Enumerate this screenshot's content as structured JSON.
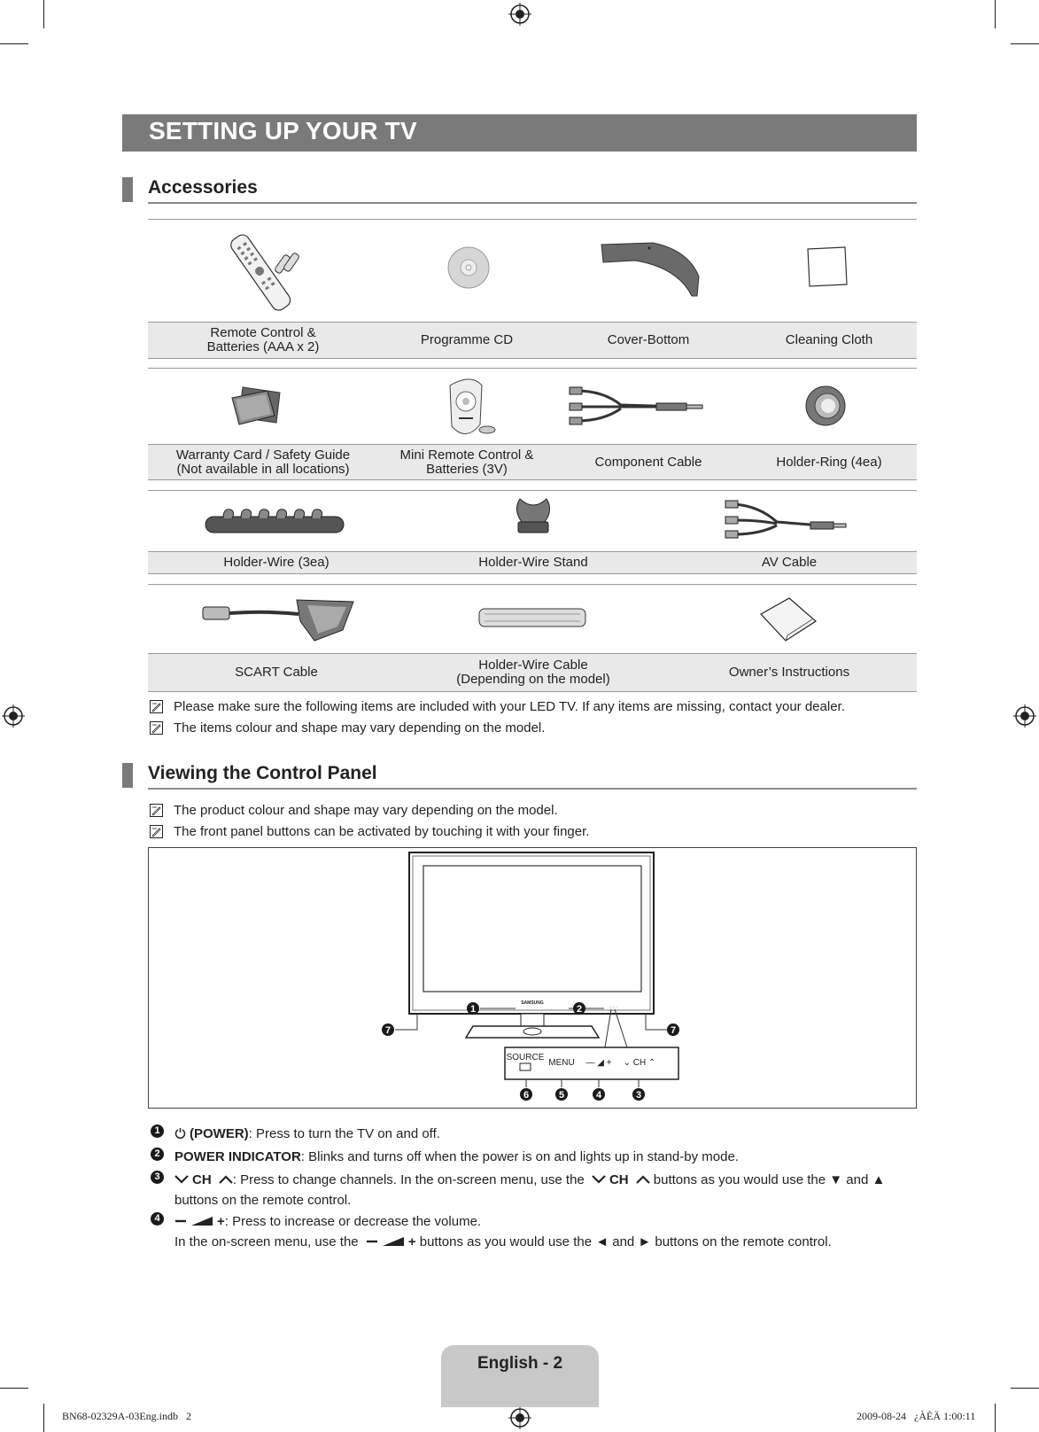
{
  "page": {
    "title": "SETTING UP YOUR TV",
    "footer_label": "English - 2",
    "slug_left": "BN68-02329A-03Eng.indb   2",
    "slug_right": "2009-08-24   ¿ÀÈÄ 1:00:11"
  },
  "accessories": {
    "heading": "Accessories",
    "rows": [
      {
        "items": [
          "Remote Control &\nBatteries (AAA x 2)",
          "Programme CD",
          "Cover-Bottom",
          "Cleaning Cloth"
        ]
      },
      {
        "items": [
          "Warranty Card / Safety Guide\n(Not available in all locations)",
          "Mini Remote Control &\nBatteries (3V)",
          "Component Cable",
          "Holder-Ring (4ea)"
        ]
      },
      {
        "items": [
          "Holder-Wire (3ea)",
          "Holder-Wire Stand",
          "AV Cable"
        ]
      },
      {
        "items": [
          "SCART Cable",
          "Holder-Wire Cable\n(Depending on the model)",
          "Owner’s Instructions"
        ]
      }
    ],
    "notes": [
      "Please make sure the following items are included with your LED TV. If any items are missing, contact your dealer.",
      "The items colour and shape may vary depending on the model."
    ]
  },
  "control_panel": {
    "heading": "Viewing the Control Panel",
    "notes": [
      "The product colour and shape may vary depending on the model.",
      "The front panel buttons can be activated by touching it with your finger."
    ],
    "diagram": {
      "brand": "SAMSUNG",
      "buttons": [
        "SOURCE",
        "MENU",
        "— ◢ +",
        "⌄ CH ⌃"
      ],
      "callouts": [
        "1",
        "2",
        "3",
        "4",
        "5",
        "6",
        "7"
      ]
    },
    "items": [
      {
        "num": "1",
        "label": "(POWER)",
        "text": ": Press to turn the TV on and off."
      },
      {
        "num": "2",
        "label": "POWER INDICATOR",
        "text": ": Blinks and turns off when the power is on and lights up in stand-by mode."
      },
      {
        "num": "3",
        "label": "CH",
        "text": ": Press to change channels. In the on-screen menu, use the",
        "text2": "CH",
        "text3": "buttons as you would use the ▼ and ▲",
        "text4": "buttons on the remote control."
      },
      {
        "num": "4",
        "label": "+",
        "text": ": Press to increase or decrease the volume.",
        "text2": "In the on-screen menu, use the",
        "text3": "+",
        "text4": "buttons as you would use the ◄ and ► buttons on the remote control."
      }
    ]
  }
}
